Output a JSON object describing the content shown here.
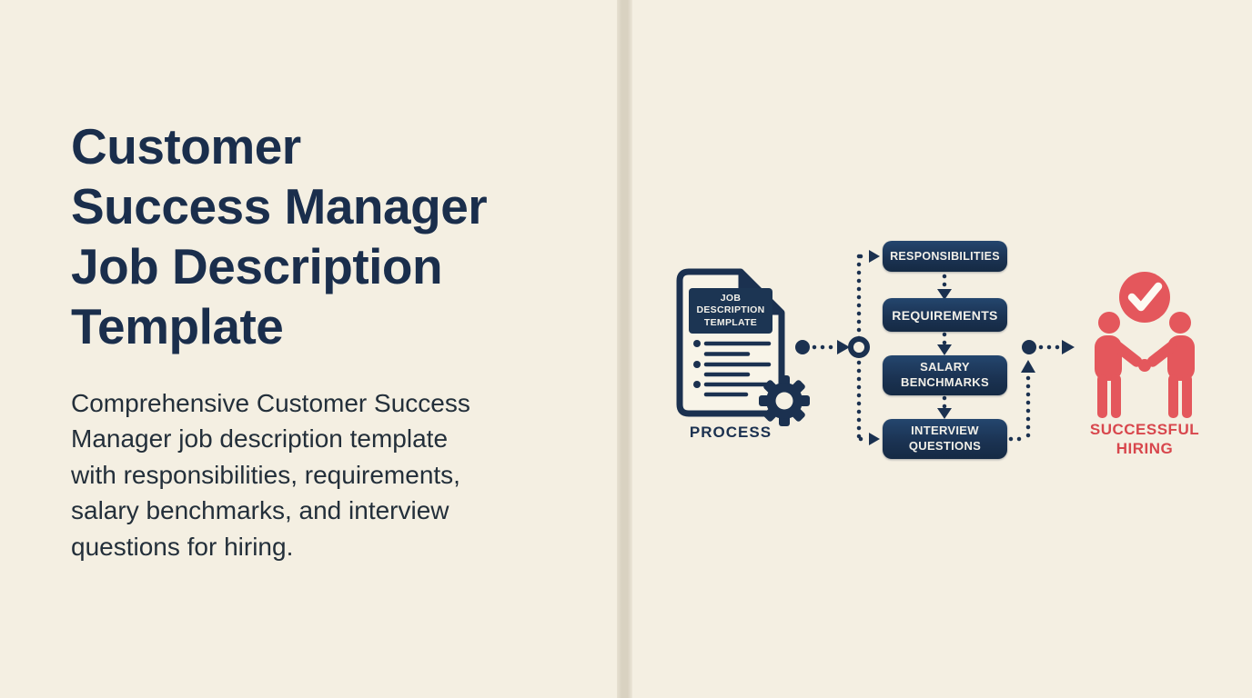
{
  "slide": {
    "title": "Customer\nSuccess Manager\nJob Description\nTemplate",
    "subtitle": "Comprehensive Customer Success\nManager job description template\nwith responsibilities, requirements,\nsalary benchmarks, and interview\nquestions for hiring."
  },
  "diagram": {
    "document": {
      "header": "JOB\nDESCRIPTION\nTEMPLATE",
      "caption": "PROCESS"
    },
    "steps": [
      {
        "label": "RESPONSIBILITIES"
      },
      {
        "label": "REQUIREMENTS"
      },
      {
        "label": "SALARY\nBENCHMARKS"
      },
      {
        "label": "INTERVIEW\nQUESTIONS"
      }
    ],
    "outcome": {
      "caption": "SUCCESSFUL\nHIRING"
    },
    "icons": {
      "document": "document-icon",
      "gear": "gear-icon",
      "check": "check-icon",
      "handshake": "handshake-people-icon"
    },
    "colors": {
      "background": "#f4efe2",
      "divider": "#d9d2c1",
      "navy": "#1b3150",
      "red": "#e4575c",
      "red_text": "#d8474d",
      "box_text": "#f2f0e9"
    }
  }
}
